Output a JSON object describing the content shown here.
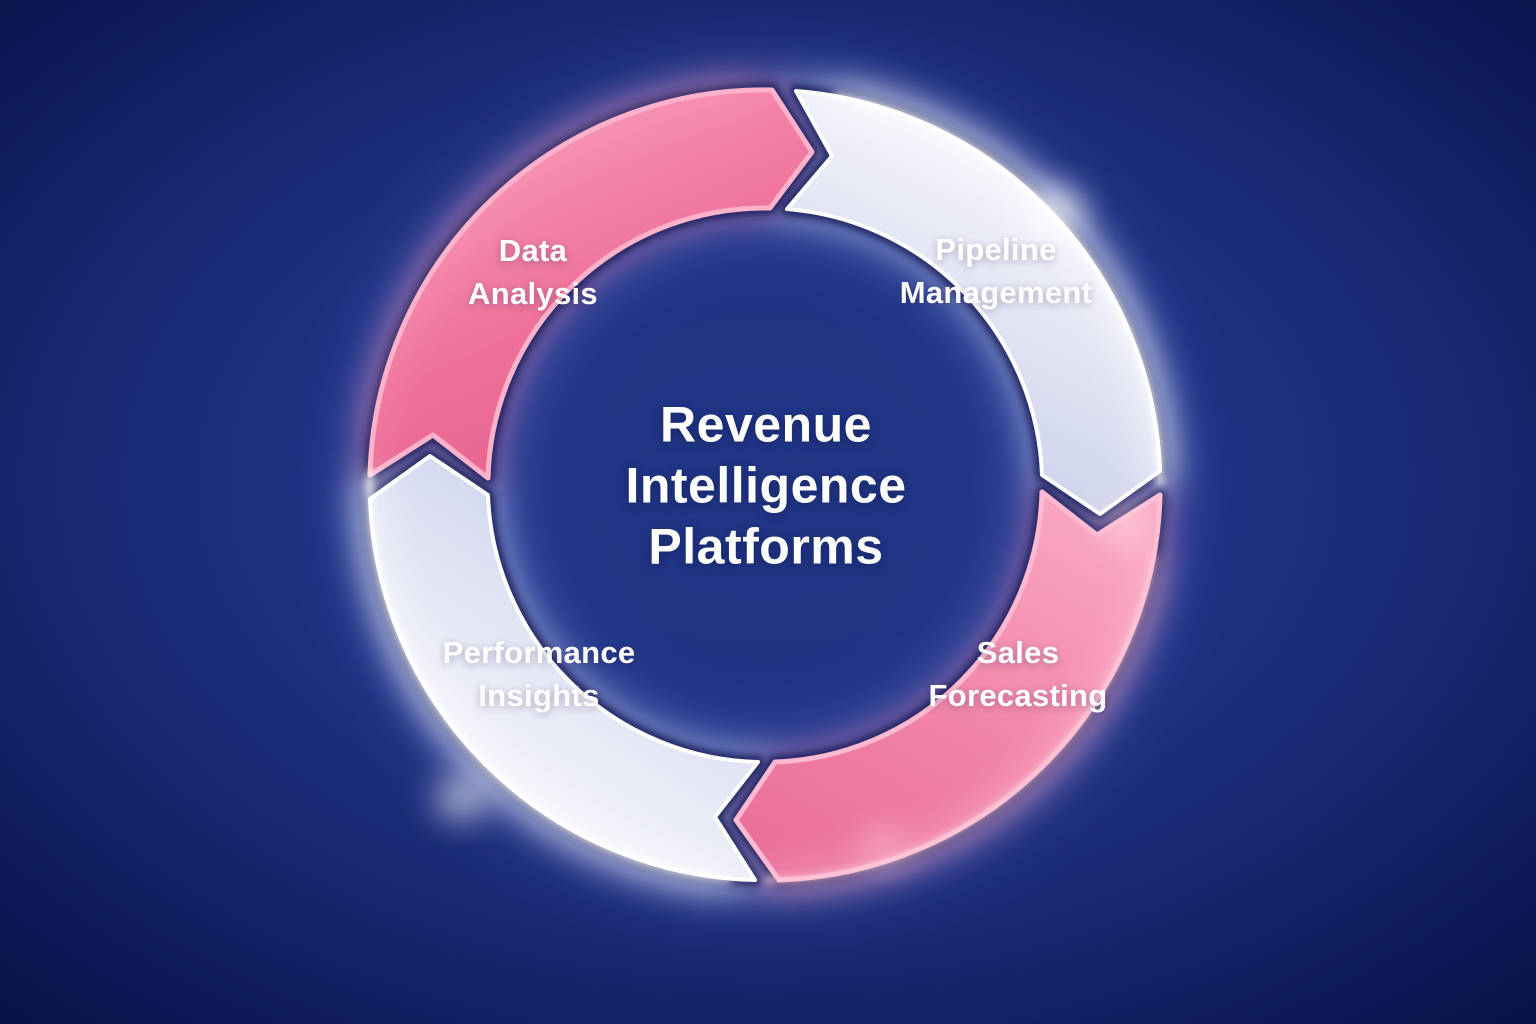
{
  "diagram": {
    "title": "Revenue\nIntelligence\nPlatforms",
    "flow": "clockwise-cycle",
    "segments": [
      {
        "label": "Data\nAnalysis",
        "color": "#ef7ba0"
      },
      {
        "label": "Pipeline\nManagement",
        "color": "#e7eaf7"
      },
      {
        "label": "Sales\nForecasting",
        "color": "#f18cae"
      },
      {
        "label": "Performance\nInsights",
        "color": "#e7eaf7"
      }
    ],
    "colors": {
      "background_dark": "#081347",
      "background_center": "#1f3486",
      "pink_accent": "#ee7098",
      "pink_rim": "#ffb3cb",
      "light_segment": "#d9ddf0",
      "text": "#ffffff"
    }
  }
}
